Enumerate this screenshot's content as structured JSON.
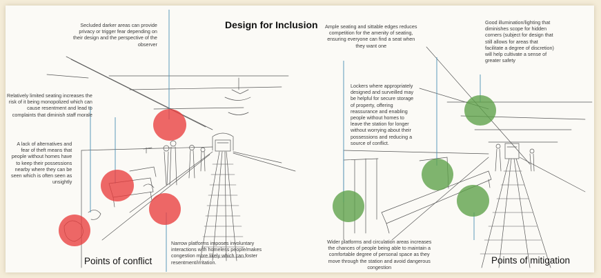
{
  "title": "Design for Inclusion",
  "captions": {
    "left": "Points of conflict",
    "right": "Points of mitigation"
  },
  "colors": {
    "conflict": "#e93e3e",
    "mitigation": "#5ca048",
    "leader_line": "#4a8fb5"
  },
  "notes": {
    "secluded": "Secluded darker areas can provide\nprivacy or trigger fear depending on\ntheir design and the perspective of the\nobserver",
    "seating_limited": "Relatively limited seating increases the\nrisk of it being monopolized which can\ncause resentment and lead to\ncomplaints that diminish staff morale",
    "alternatives": "A lack of alternatives and\nfear of theft means that\npeople without homes have\nto keep their possessions\nnearby where they can be\nseen which is often seen as\nunsightly",
    "narrow": "Narrow platforms imposes involuntary\ninteractions with homeless people/makes\ncongestion more likely which can foster\nresentment/irritation.",
    "ample": "Ample seating and sittable edges reduces\ncompetition for the amenity of seating,\nensuring everyone can find a seat when\nthey want one",
    "lockers": "Lockers where appropriately\ndesigned and surveilled may\nbe helpful for secure storage\nof property, offering\nreassurance and enabling\npeople without homes to\nleave the station for longer\nwithout worrying about their\npossessions and reducing a\nsource of conflict.",
    "lighting": "Good illumination/lighting  that\ndiminishes scope for hidden\ncorners (subject for design that\nstill allows for areas that\nfacilitate a degree of discretion)\nwill help cultivate a sense of\ngreater safety",
    "wider": "Wider platforms and circulation areas increases\nthe chances of people being able to maintain a\ncomfortable  degree of personal space as they\nmove through the station and avoid dangerous\ncongestion"
  }
}
